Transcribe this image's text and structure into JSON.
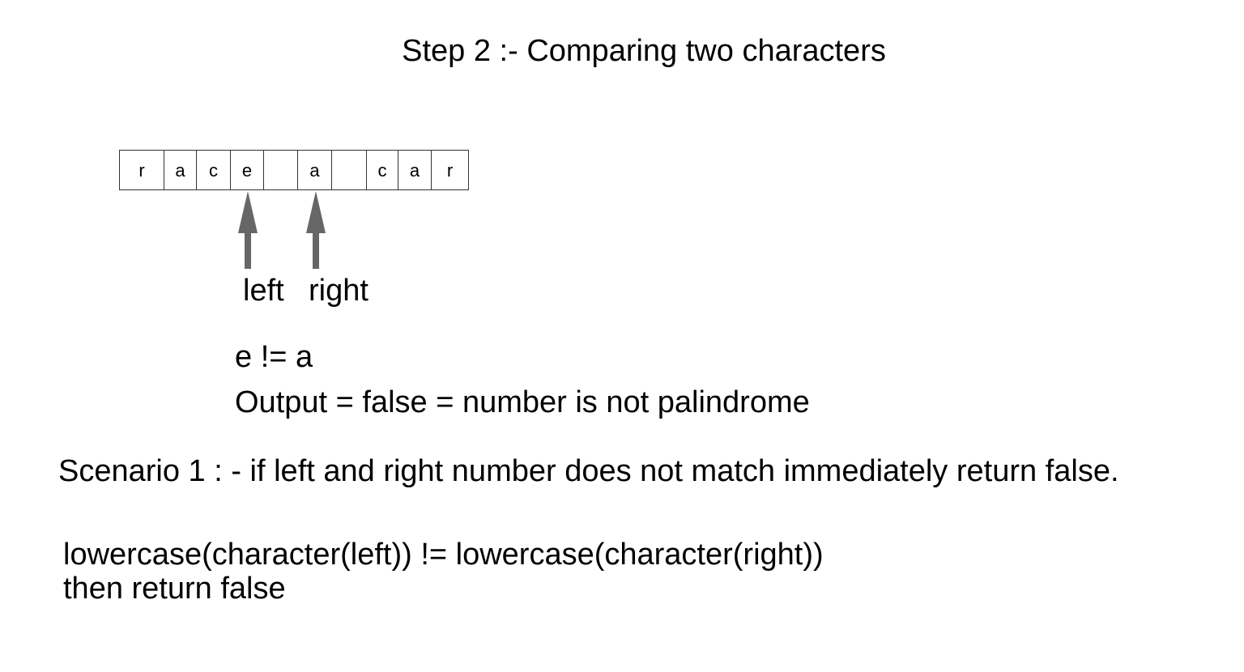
{
  "title": "Step 2 :- Comparing two characters",
  "array": {
    "cells": [
      "r",
      "a",
      "c",
      "e",
      "",
      "a",
      "",
      "c",
      "a",
      "r"
    ]
  },
  "pointers": {
    "left_label": "left",
    "right_label": "right",
    "left_index": 3,
    "right_index": 5
  },
  "comparison": "e != a",
  "output": "Output = false = number is not palindrome",
  "scenario": "Scenario 1 : - if left and right number does not match immediately return false.",
  "condition": {
    "line1": "lowercase(character(left)) != lowercase(character(right))",
    "line2": "then return false"
  },
  "colors": {
    "arrow": "#666666",
    "border": "#333333"
  }
}
